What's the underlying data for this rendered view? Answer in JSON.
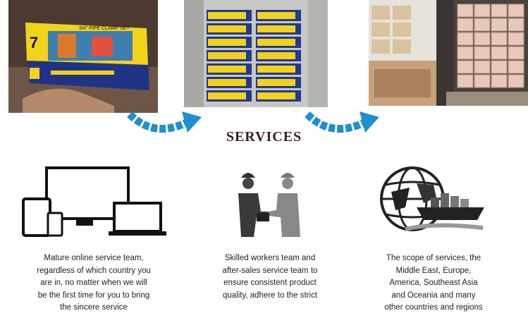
{
  "header": {
    "title": "SERVICES"
  },
  "photos": {
    "product_box": {
      "box_label": "3/4\" PIPE CLAMP SET",
      "box_number": "7"
    }
  },
  "services": [
    {
      "icon": "devices-icon",
      "lines": [
        "Mature online service team,",
        "regardless of which country you",
        "are in, no matter when we will",
        "be the first time for you to bring",
        "the sincere service"
      ]
    },
    {
      "icon": "workers-handshake-icon",
      "lines": [
        "Skilled workers team and",
        "after-sales service team to",
        "ensure consistent product",
        "quality, adhere to the strict"
      ]
    },
    {
      "icon": "globe-ship-icon",
      "lines": [
        "The scope of services, the",
        "Middle East, Europe,",
        "America, Southeast Asia",
        "and Oceania and many",
        "other countries and regions"
      ]
    }
  ],
  "colors": {
    "arrow": "#1e8fd0",
    "title": "#3a1f22",
    "box_yellow": "#f3d21a",
    "box_blue": "#23388f"
  }
}
